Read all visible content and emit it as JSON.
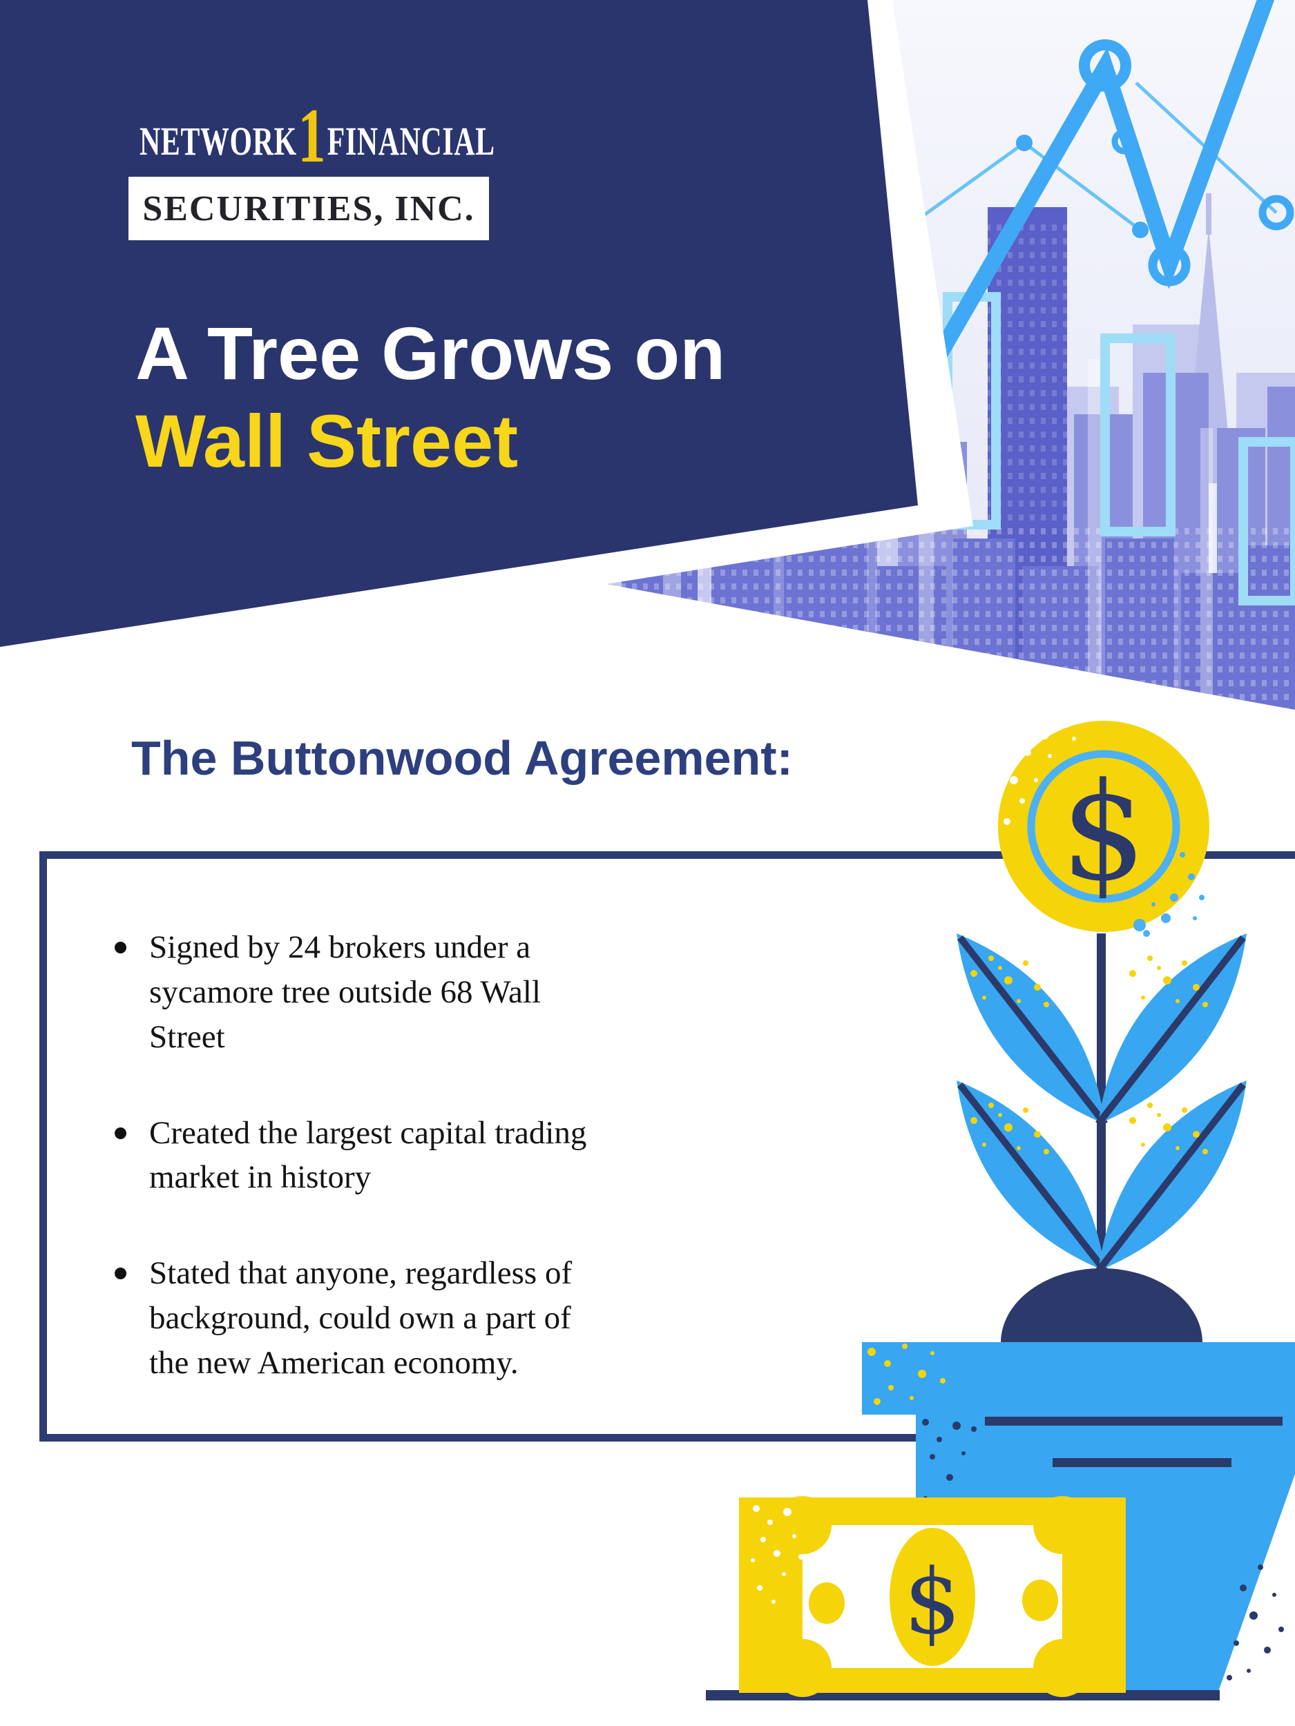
{
  "colors": {
    "navy_banner": "#2a356e",
    "navy_line": "#2b3a6b",
    "box_border": "#2e3c74",
    "heading_navy": "#2d3f7e",
    "leaf_blue": "#38a6f0",
    "coin_ring_blue": "#4bb0f4",
    "chart_blue": "#3fa9f5",
    "yellow": "#f5d40a",
    "title_yellow": "#f8d619",
    "text_ink": "#141414"
  },
  "header": {
    "logo": {
      "part1": "NETWORK",
      "number": "1",
      "part2": "FINANCIAL",
      "subtitle": "SECURITIES, INC."
    },
    "title_line1": "A Tree Grows on",
    "title_line2": "Wall Street"
  },
  "section": {
    "heading": "The Buttonwood Agreement:"
  },
  "box": {
    "bullets": [
      "Signed by 24 brokers under a sycamore tree outside 68 Wall Street",
      "Created the largest capital trading market in history",
      "Stated that anyone, regardless of background, could own a part of the new American economy."
    ]
  },
  "illustration": {
    "coin_symbol": "$",
    "bill_symbol": "$"
  }
}
